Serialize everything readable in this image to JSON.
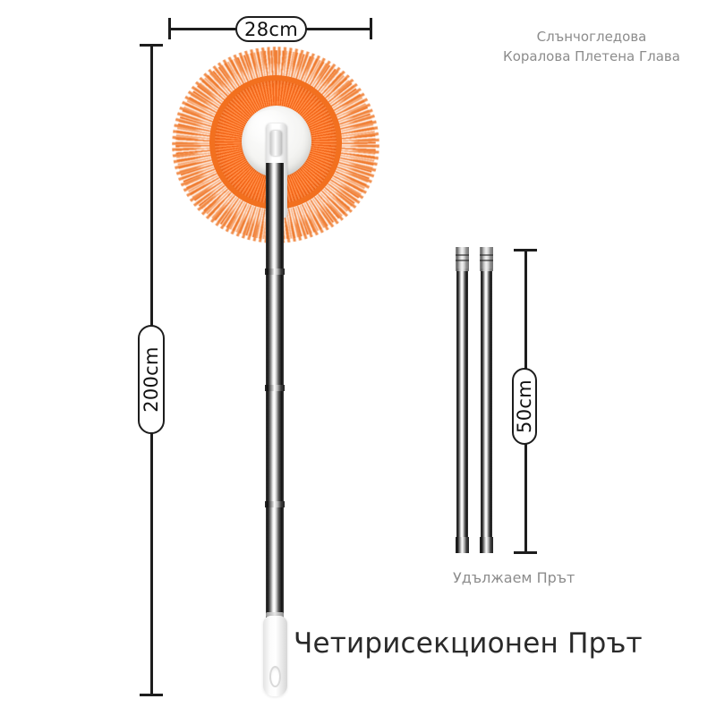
{
  "page": {
    "background_color": "#ffffff",
    "accent_color": "#f2701f",
    "line_color": "#1d1d1d",
    "caption_color": "#8c8c8c"
  },
  "dimensions": {
    "width_label": "28cm",
    "height_label": "200cm",
    "extension_label": "50cm"
  },
  "captions": {
    "head_title": "Слънчогледова\nКоралова Плетена Глава",
    "extension_rod": "Удължаем Прът",
    "main_rod": "Четирисекционен Прът"
  },
  "parts": {
    "mop_head_name": "sunflower-coral-woven-mop-head",
    "main_pole_name": "four-section-telescopic-pole",
    "extension_rod_count": 2
  }
}
